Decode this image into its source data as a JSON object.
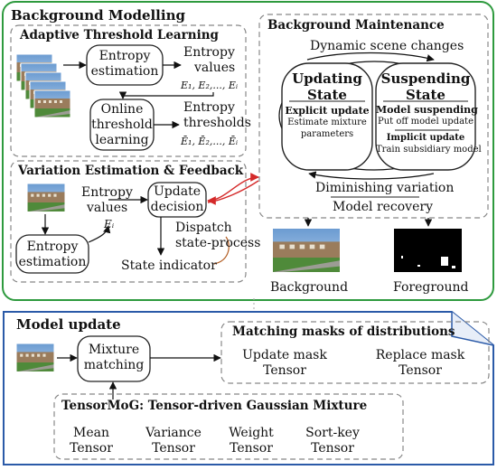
{
  "background_modelling": {
    "title": "Background Modelling",
    "adaptive_threshold": {
      "title": "Adaptive Threshold Learning",
      "entropy_estimation": [
        "Entropy",
        "estimation"
      ],
      "entropy_values": [
        "Entropy",
        "values"
      ],
      "entropy_values_math": "E₁, E₂,..., Eᵢ",
      "online_learning": [
        "Online",
        "threshold",
        "learning"
      ],
      "entropy_thresholds": [
        "Entropy",
        "thresholds"
      ],
      "entropy_thresholds_math": "Ē₁, Ē₂,..., Ēᵢ"
    },
    "variation": {
      "title": "Variation Estimation & Feedback",
      "entropy_values": [
        "Entropy",
        "values"
      ],
      "entropy_value_math": "Eᵢ",
      "update_decision": [
        "Update",
        "decision"
      ],
      "entropy_estimation": [
        "Entropy",
        "estimation"
      ],
      "dispatch": [
        "Dispatch",
        "state-process"
      ],
      "state_indicator": "State indicator"
    }
  },
  "background_maintenance": {
    "title": "Background Maintenance",
    "dynamic_changes": "Dynamic scene changes",
    "updating_state": {
      "title": [
        "Updating",
        "State"
      ],
      "explicit_update": "Explicit update",
      "explicit_desc": [
        "Estimate mixture",
        "parameters"
      ]
    },
    "suspending_state": {
      "title": [
        "Suspending",
        "State"
      ],
      "model_suspending": "Model suspending",
      "suspend_desc": "Put off model update",
      "implicit_update": "Implicit update",
      "implicit_desc": "Train subsidiary model"
    },
    "diminishing": "Diminishing variation",
    "model_recovery": "Model recovery",
    "background_label": "Background",
    "foreground_label": "Foreground"
  },
  "model_update": {
    "title": "Model update",
    "mixture_matching": [
      "Mixture",
      "matching"
    ],
    "matching_masks": {
      "title": "Matching masks of distributions",
      "update_mask": [
        "Update mask",
        "Tensor"
      ],
      "replace_mask": [
        "Replace mask",
        "Tensor"
      ]
    },
    "tensormog": {
      "title": "TensorMoG: Tensor-driven Gaussian Mixture",
      "items": [
        [
          "Mean",
          "Tensor"
        ],
        [
          "Variance",
          "Tensor"
        ],
        [
          "Weight",
          "Tensor"
        ],
        [
          "Sort-key",
          "Tensor"
        ]
      ]
    }
  },
  "colors": {
    "green_frame": "#2e9a3e",
    "blue_frame": "#2b5aa8",
    "dashed": "#888888",
    "red_arrow": "#d42a2a",
    "brown_arrow": "#b15a1e"
  }
}
